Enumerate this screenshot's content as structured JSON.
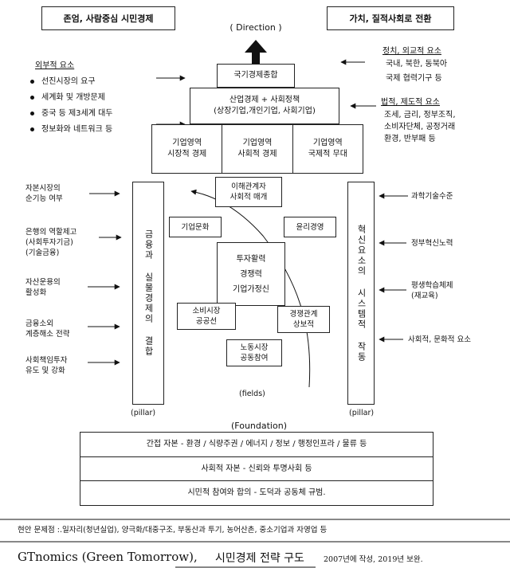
{
  "top": {
    "left_title": "존엄, 사람중심 시민경제",
    "right_title": "가치, 질적사회로 전환",
    "direction": "( Direction )"
  },
  "pyramid": {
    "tier1": "국기경제종합",
    "tier2": "산업경제 + 사회정책\n(상장기업,개인기업, 사회기업)",
    "tier3": [
      "기업영역\n시장적 경제",
      "기업영역\n사회적 경제",
      "기업영역\n국제적 무대"
    ]
  },
  "left_external": {
    "title": "외부적 요소",
    "items": [
      "선진시장의 요구",
      "세계화 및 개방문제",
      "중국 등 제3세계 대두",
      "정보화와 네트워크 등"
    ]
  },
  "right_top": {
    "political_title": "정치, 외교적 요소",
    "political_items": [
      "국내, 북한, 동북아",
      "국제 협력기구 등"
    ],
    "legal_title": "법적, 제도적 요소",
    "legal_items": [
      "조세, 금리, 정부조직,",
      "소비자단체, 공정거래",
      "환경, 반부패 등"
    ]
  },
  "left_side": [
    "자본시장의\n순기능 여부",
    "은행의 역할제고\n(사회투자기금)\n(기술금융)",
    "자산운용의\n활성화",
    "금융소외\n계층해소 전략",
    "사회책임투자\n유도 및 강화"
  ],
  "right_side": [
    "과학기술수준",
    "정부혁신노력",
    "평생학습체제\n(재교육)",
    "사회적, 문화적 요소"
  ],
  "pillars": {
    "left_text": "금융과 실물경제의 결합",
    "right_text": "혁신요소의 시스템적 작동",
    "left_label": "(pillar)",
    "right_label": "(pillar)"
  },
  "fields": {
    "stakeholders": "이해관계자\n사회적 매개",
    "corp_culture": "기업문화",
    "ethics": "윤리경영",
    "center": "투자활력\n경쟁력\n기업가정신",
    "consumer": "소비시장\n공공선",
    "competition": "경쟁관계\n상보적",
    "labor": "노동시장\n공동참여",
    "label": "(fields)"
  },
  "foundation": {
    "label": "(Foundation)",
    "rows": [
      "간접 자본 - 환경 / 식량주권 / 에너지 / 정보 / 행정인프라 / 물류 등",
      "사회적 자본 - 신뢰와 투명사회 등",
      "시민적 참여와 합의 - 도덕과 공동체 규범."
    ]
  },
  "current_issues": "현안 문제점 :.일자리(청년실업), 양극화/대중구조, 부동산과 투기, 농어산촌, 중소기업과 자영업  등",
  "footer": {
    "title": "GTnomics (Green Tomorrow),",
    "subtitle": "시민경제 전략 구도",
    "note": "2007년에 작성, 2019년 보완."
  }
}
